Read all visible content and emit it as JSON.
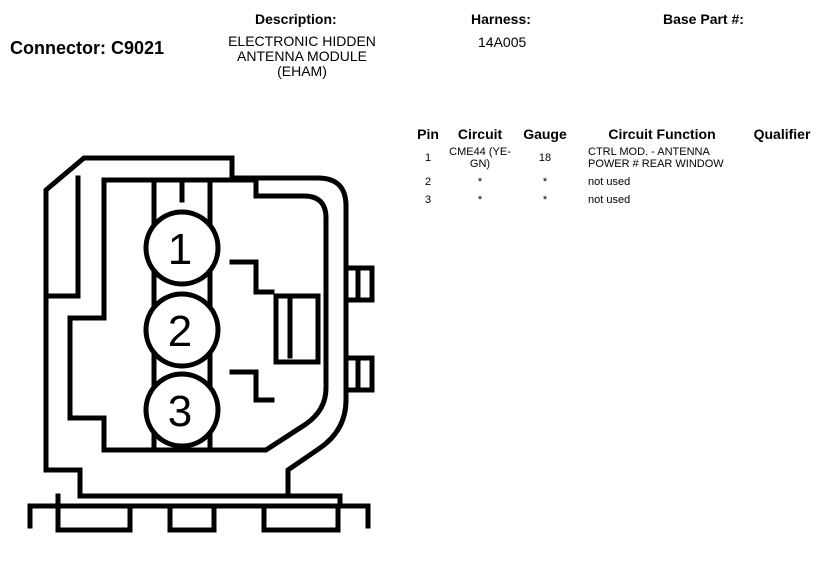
{
  "connector": {
    "label": "Connector: C9021"
  },
  "description": {
    "heading": "Description:",
    "text": "ELECTRONIC HIDDEN ANTENNA MODULE (EHAM)"
  },
  "harness": {
    "heading": "Harness:",
    "value": "14A005"
  },
  "base_part": {
    "heading": "Base Part #:",
    "value": ""
  },
  "table": {
    "headers": {
      "pin": "Pin",
      "circuit": "Circuit",
      "gauge": "Gauge",
      "function": "Circuit Function",
      "qualifier": "Qualifier"
    },
    "rows": [
      {
        "pin": "1",
        "circuit": "CME44 (YE-GN)",
        "gauge": "18",
        "function": "CTRL MOD. - ANTENNA POWER # REAR WINDOW",
        "qualifier": ""
      },
      {
        "pin": "2",
        "circuit": "*",
        "gauge": "*",
        "function": "not used",
        "qualifier": ""
      },
      {
        "pin": "3",
        "circuit": "*",
        "gauge": "*",
        "function": "not used",
        "qualifier": ""
      }
    ]
  },
  "diagram": {
    "pin_labels": [
      "1",
      "2",
      "3"
    ]
  }
}
